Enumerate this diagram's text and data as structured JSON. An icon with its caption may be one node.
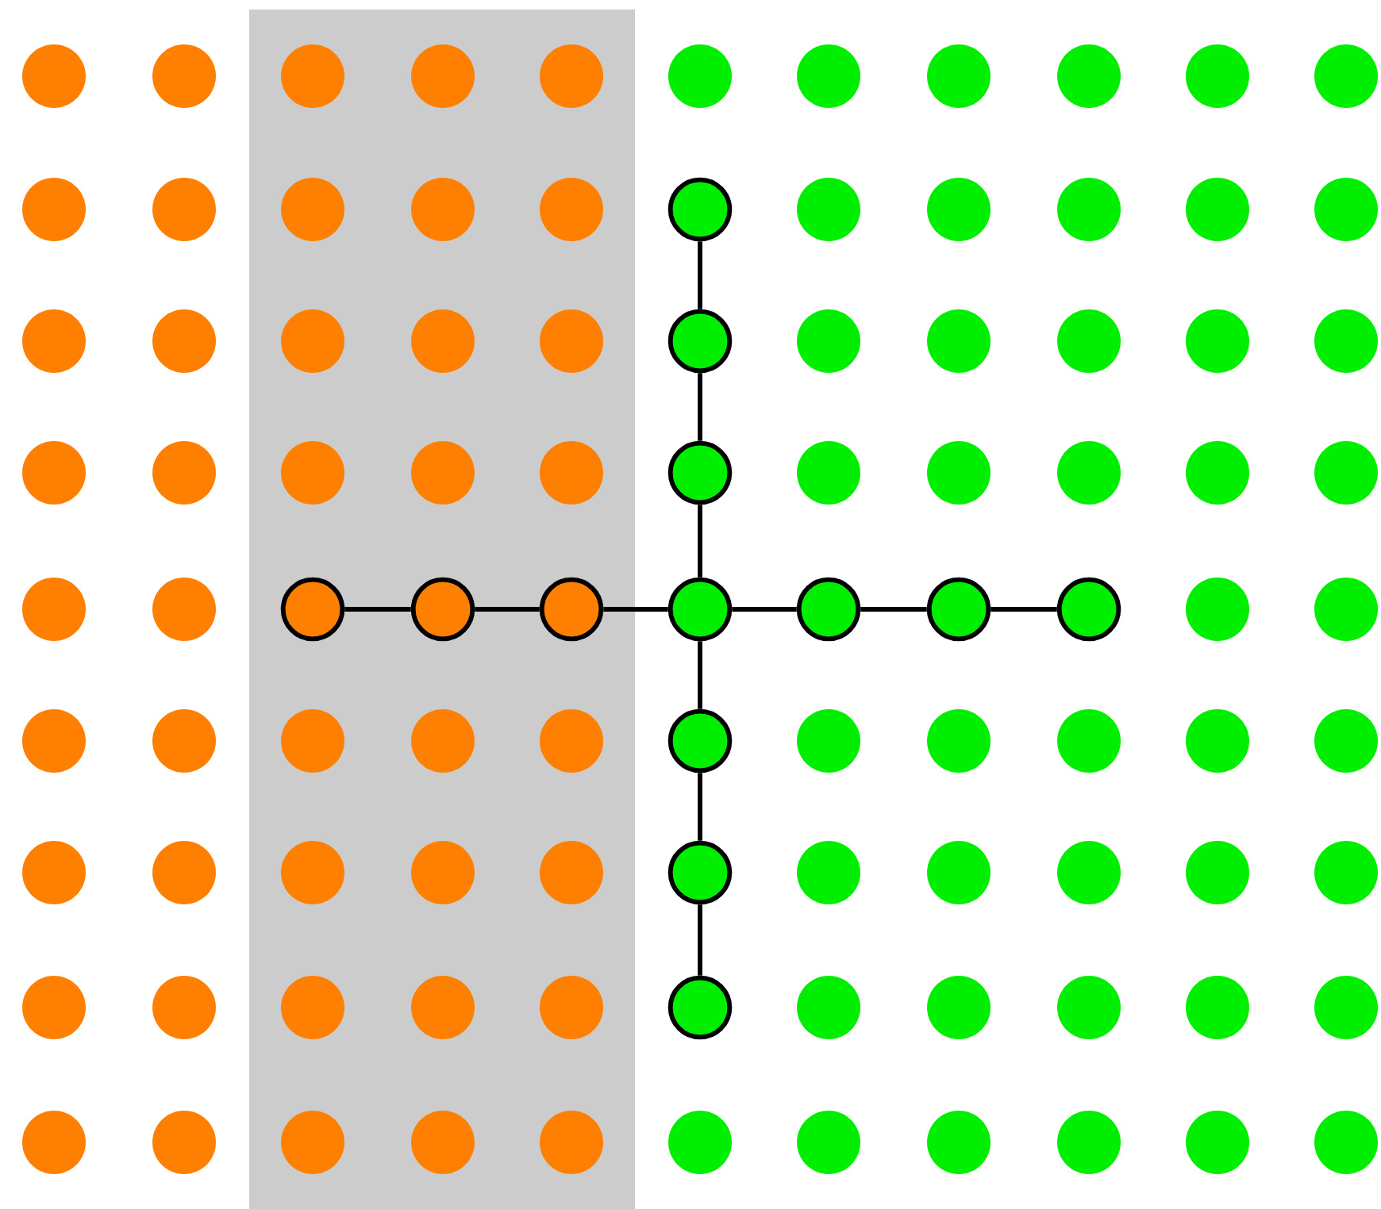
{
  "diagram": {
    "nodes": [
      {
        "text": [],
        "shape": "circle"
      },
      {
        "text": [],
        "shape": "circle"
      },
      {
        "text": [],
        "shape": "circle"
      },
      {
        "text": [],
        "shape": "circle"
      },
      {
        "text": [],
        "shape": "circle"
      },
      {
        "text": [],
        "shape": "circle"
      },
      {
        "text": [],
        "shape": "circle"
      },
      {
        "text": [],
        "shape": "circle"
      },
      {
        "text": [],
        "shape": "circle"
      },
      {
        "text": [],
        "shape": "circle"
      },
      {
        "text": [],
        "shape": "circle"
      },
      {
        "text": [],
        "shape": "circle"
      },
      {
        "text": [],
        "shape": "circle"
      }
    ],
    "edges": [
      {
        "from": 0,
        "to": 1,
        "arrow": "none"
      },
      {
        "from": 1,
        "to": 2,
        "arrow": "none"
      },
      {
        "from": 2,
        "to": 6,
        "arrow": "none"
      },
      {
        "from": 3,
        "to": 4,
        "arrow": "none"
      },
      {
        "from": 4,
        "to": 5,
        "arrow": "none"
      },
      {
        "from": 5,
        "to": 6,
        "arrow": "none"
      },
      {
        "from": 6,
        "to": 7,
        "arrow": "none"
      },
      {
        "from": 7,
        "to": 8,
        "arrow": "none"
      },
      {
        "from": 8,
        "to": 9,
        "arrow": "none"
      },
      {
        "from": 6,
        "to": 10,
        "arrow": "none"
      },
      {
        "from": 10,
        "to": 11,
        "arrow": "none"
      },
      {
        "from": 11,
        "to": 12,
        "arrow": "none"
      }
    ]
  }
}
